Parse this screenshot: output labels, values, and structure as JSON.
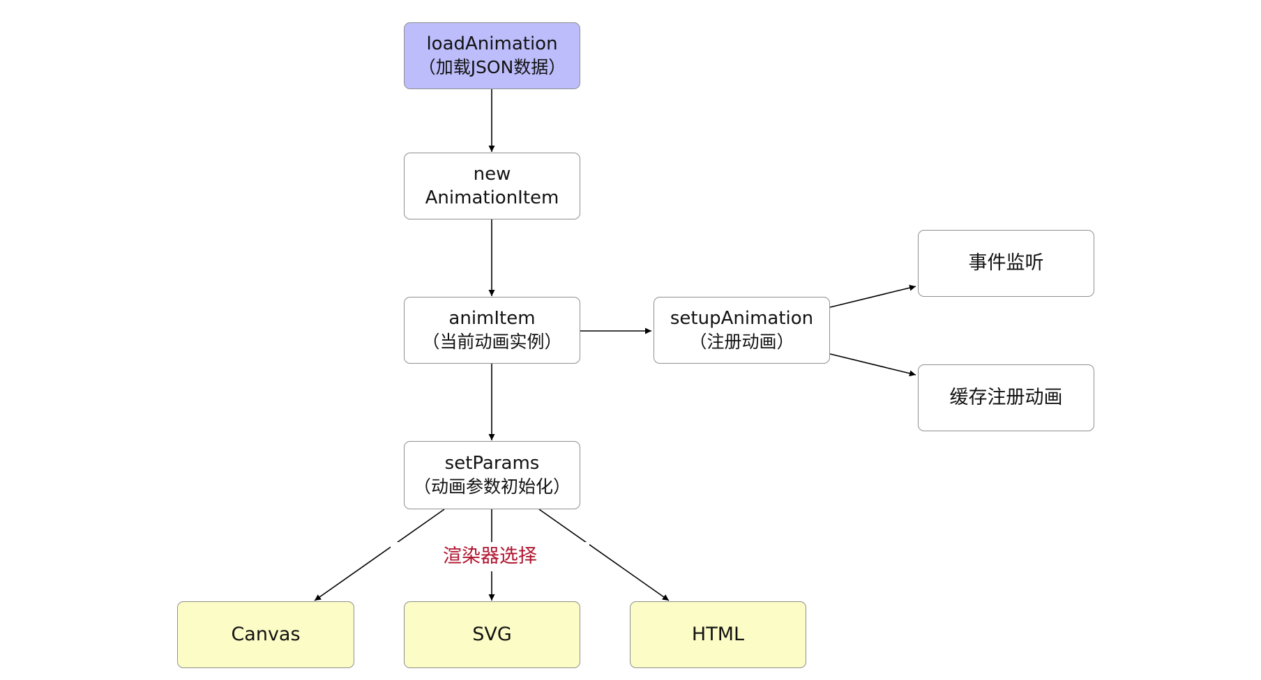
{
  "nodes": {
    "load_animation": {
      "line1": "loadAnimation",
      "line2": "（加载JSON数据）"
    },
    "new_animation_item": {
      "line1": "new",
      "line2": "AnimationItem"
    },
    "anim_item": {
      "line1": "animItem",
      "line2": "（当前动画实例）"
    },
    "setup_animation": {
      "line1": "setupAnimation",
      "line2": "（注册动画）"
    },
    "event_listener": {
      "label": "事件监听"
    },
    "cache_registered": {
      "label": "缓存注册动画"
    },
    "set_params": {
      "line1": "setParams",
      "line2": "（动画参数初始化）"
    },
    "canvas": {
      "label": "Canvas"
    },
    "svg": {
      "label": "SVG"
    },
    "html": {
      "label": "HTML"
    }
  },
  "edge_label": "渲染器选择",
  "colors": {
    "start_fill": "#bdbdfb",
    "renderer_fill": "#fcfcc6",
    "label_red": "#b0122d",
    "border": "#8f8f8f"
  }
}
